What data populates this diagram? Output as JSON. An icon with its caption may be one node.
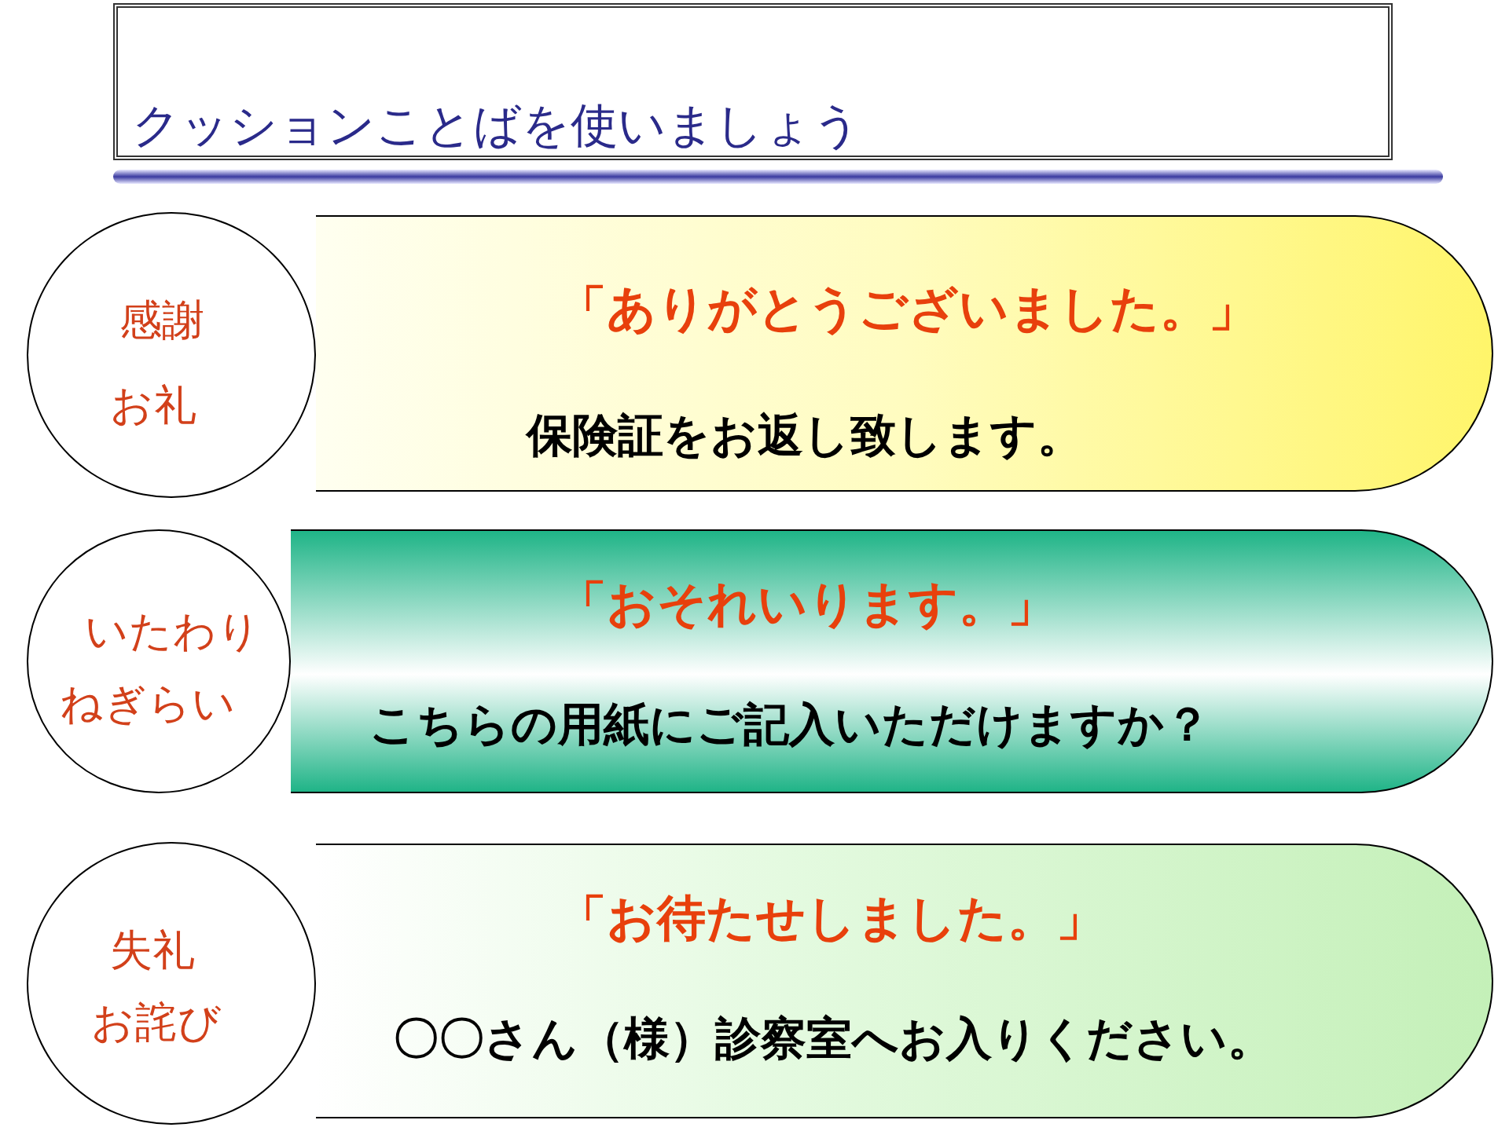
{
  "diagram": {
    "title": "クッションことばを使いましょう",
    "nodes": [
      {
        "text": [
          "感謝",
          "お礼"
        ]
      },
      {
        "text": [
          "「ありがとうございました。」",
          "保険証をお返し致します。"
        ]
      },
      {
        "text": [
          "いたわり",
          "ねぎらい"
        ]
      },
      {
        "text": [
          "「おそれいります。」",
          "こちらの用紙にご記入いただけますか？"
        ]
      },
      {
        "text": [
          "失礼",
          "お詫び"
        ]
      },
      {
        "text": [
          "「お待たせしました。」",
          "〇〇さん（様）診察室へお入りください。"
        ]
      }
    ],
    "edges": []
  }
}
